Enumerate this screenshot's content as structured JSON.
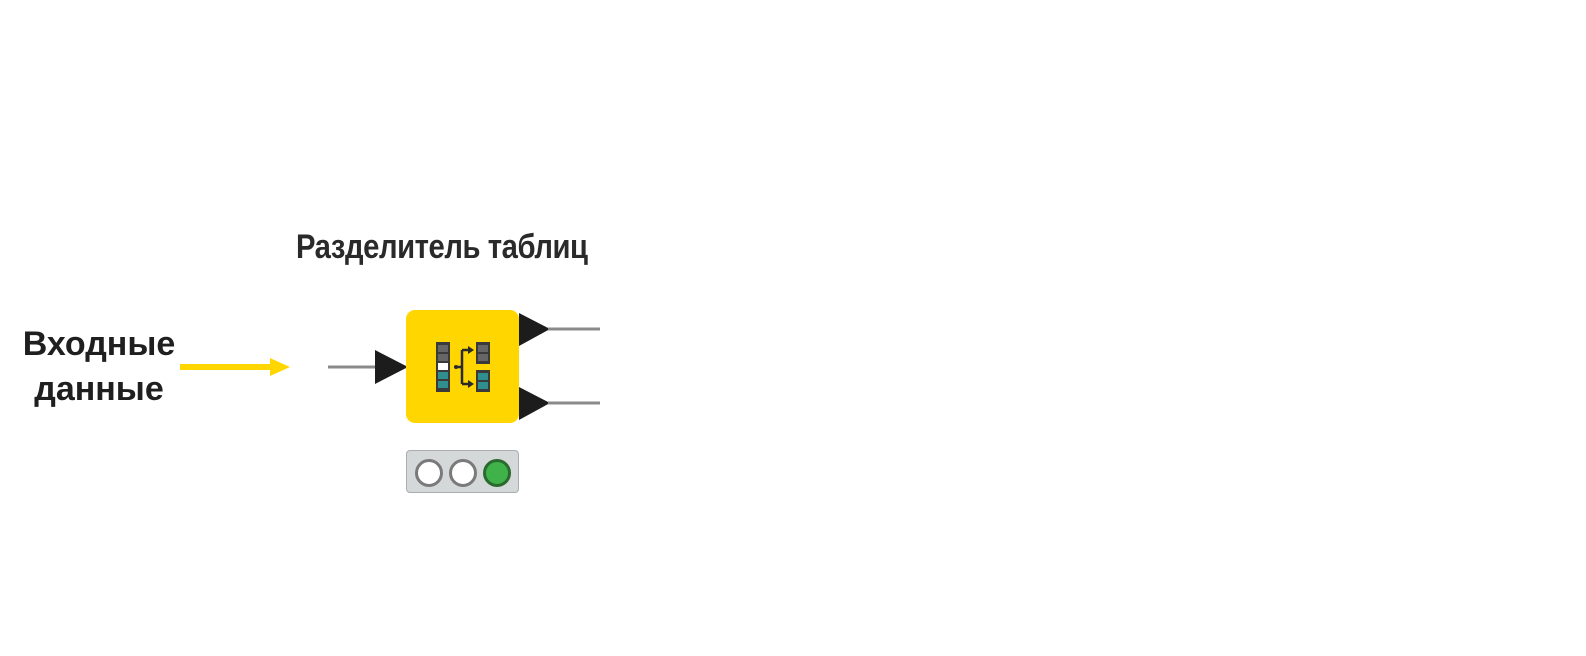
{
  "node": {
    "title": "Разделитель таблиц",
    "icon": "table-splitter-icon",
    "color": "#ffd600",
    "status": {
      "lights": [
        "off",
        "off",
        "green"
      ]
    }
  },
  "input": {
    "label_line1": "Входные",
    "label_line2": "данные",
    "arrow_color": "#ffd600"
  }
}
